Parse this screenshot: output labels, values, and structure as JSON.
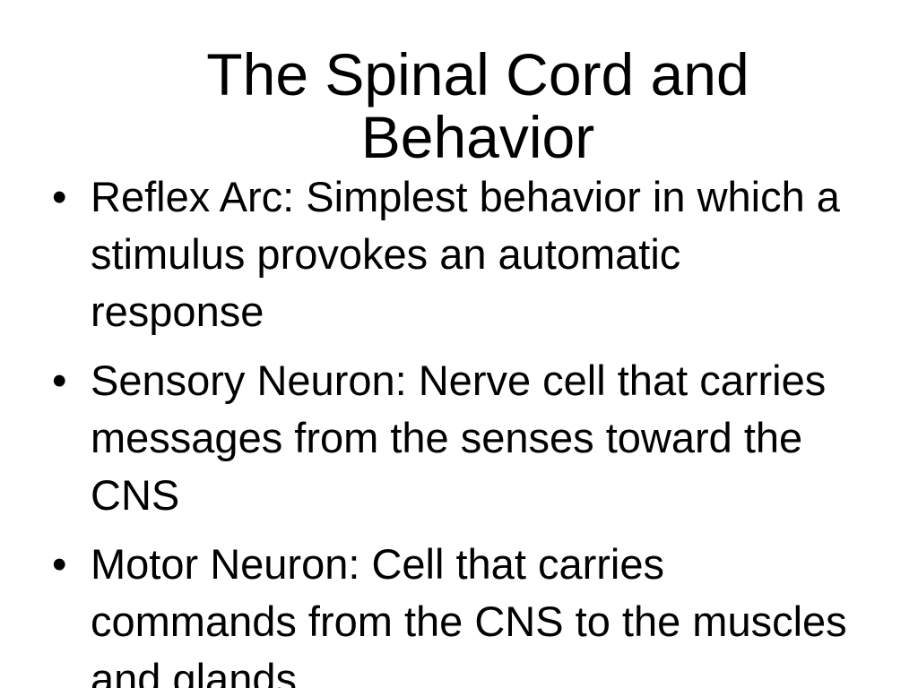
{
  "slide": {
    "title": "The Spinal Cord and Behavior",
    "bullet_glyph": "•",
    "bullets": [
      "Reflex Arc: Simplest behavior in which a stimulus provokes an automatic response",
      "Sensory Neuron: Nerve cell that carries messages from the senses toward the CNS",
      "Motor Neuron: Cell that carries commands from the CNS to the muscles and glands"
    ]
  }
}
